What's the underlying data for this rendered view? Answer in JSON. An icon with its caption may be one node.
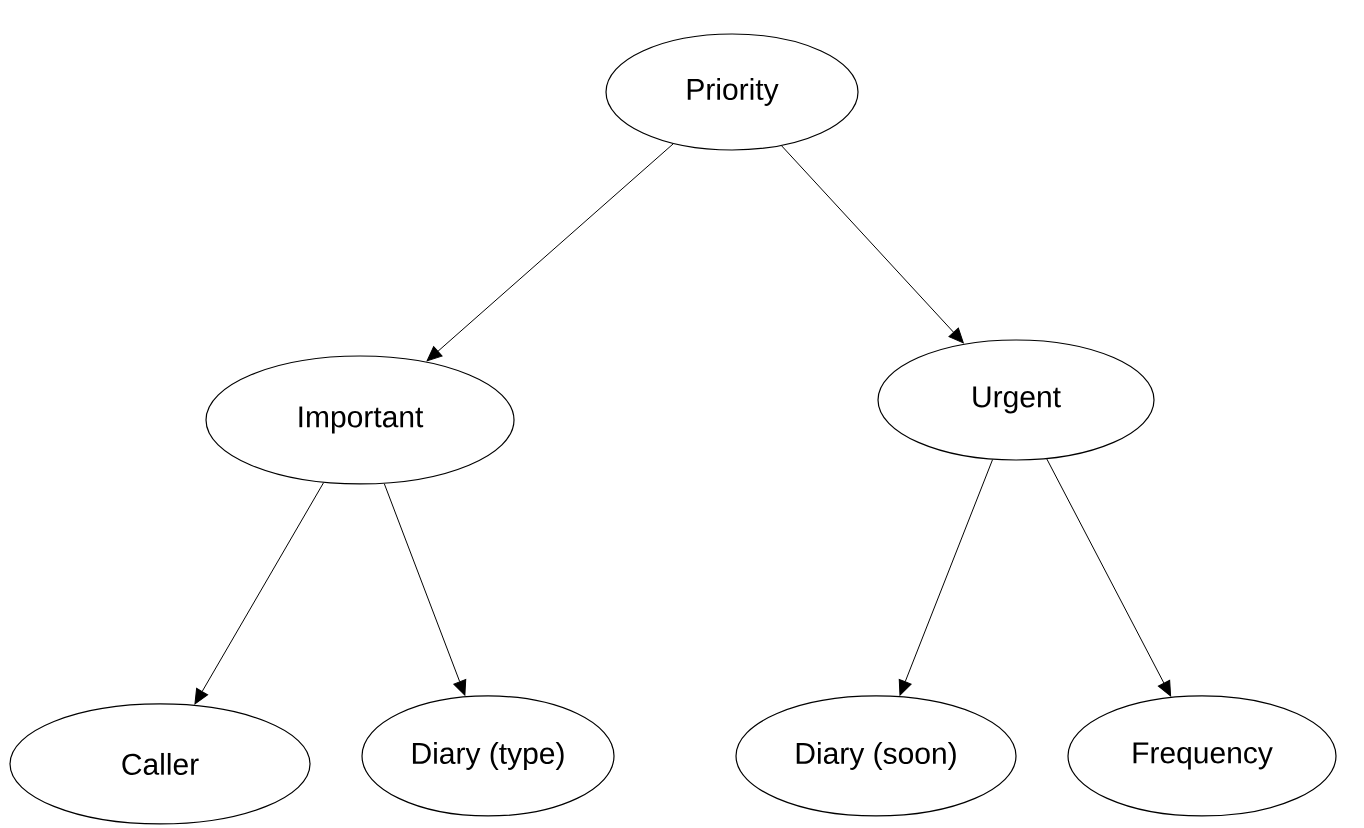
{
  "diagram": {
    "nodes": [
      {
        "text": [
          "Priority"
        ]
      },
      {
        "text": [
          "Important"
        ]
      },
      {
        "text": [
          "Urgent"
        ]
      },
      {
        "text": [
          "Caller"
        ]
      },
      {
        "text": [
          "Diary (type)"
        ]
      },
      {
        "text": [
          "Diary (soon)"
        ]
      },
      {
        "text": [
          "Frequency"
        ]
      }
    ],
    "edges": [
      {
        "from": 0,
        "to": 1,
        "arrow": "to"
      },
      {
        "from": 0,
        "to": 2,
        "arrow": "to"
      },
      {
        "from": 1,
        "to": 3,
        "arrow": "to"
      },
      {
        "from": 1,
        "to": 4,
        "arrow": "to"
      },
      {
        "from": 2,
        "to": 5,
        "arrow": "to"
      },
      {
        "from": 2,
        "to": 6,
        "arrow": "to"
      }
    ]
  }
}
